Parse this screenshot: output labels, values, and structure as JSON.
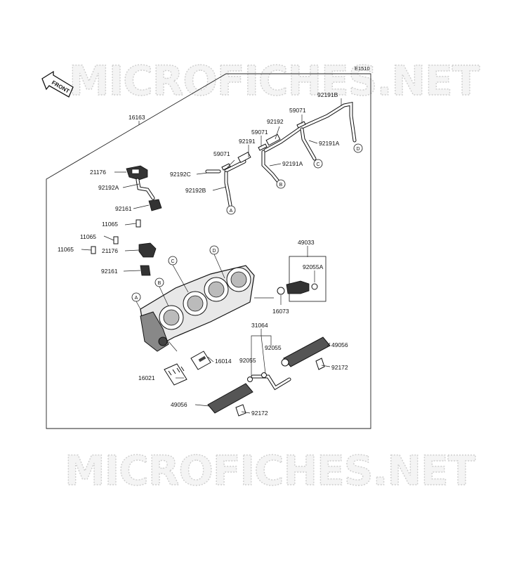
{
  "diagram_code": "E1510",
  "watermark": "MICROFICHES.NET",
  "front_arrow": "FRONT",
  "callouts": [
    "A",
    "B",
    "C",
    "D"
  ],
  "parts": {
    "p16163": "16163",
    "p21176_top": "21176",
    "p92192A": "92192A",
    "p92161_top": "92161",
    "p92192C": "92192C",
    "p59071_a": "59071",
    "p92191": "92191",
    "p59071_b": "59071",
    "p92192": "92192",
    "p59071_c": "59071",
    "p92191B": "92191B",
    "p92191A_1": "92191A",
    "p92191A_2": "92191A",
    "p92192B": "92192B",
    "p11065_1": "11065",
    "p11065_2": "11065",
    "p11065_3": "11065",
    "p21176_mid": "21176",
    "p92161_mid": "92161",
    "p49033": "49033",
    "p92055A": "92055A",
    "p16073": "16073",
    "p31064": "31064",
    "p92055_a": "92055",
    "p92055_b": "92055",
    "p49056_a": "49056",
    "p92172_a": "92172",
    "p16014": "16014",
    "p16021": "16021",
    "p49056_b": "49056",
    "p92172_b": "92172"
  }
}
